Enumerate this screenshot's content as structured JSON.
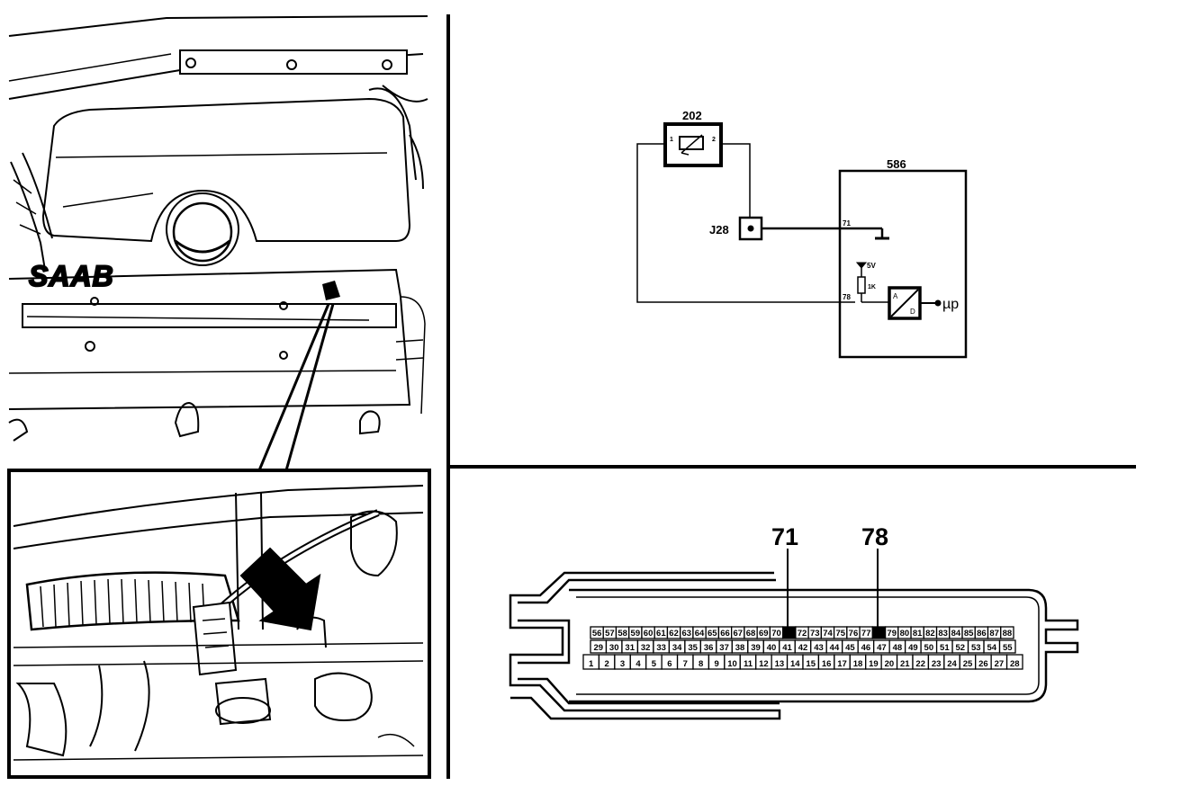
{
  "schematic": {
    "sensor_id": "202",
    "sensor_pins": [
      "1",
      "2"
    ],
    "connector_id": "J28",
    "ecu_id": "586",
    "ecu_pin_top": "71",
    "ecu_pin_bottom": "78",
    "supply_label": "5V",
    "resistor_label": "1K",
    "converter_a": "A",
    "converter_d": "D",
    "output_label": "µp"
  },
  "connector": {
    "callout_left": "71",
    "callout_right": "78",
    "highlighted_pins": [
      71,
      78
    ],
    "row_top": [
      "56",
      "57",
      "58",
      "59",
      "60",
      "61",
      "62",
      "63",
      "64",
      "65",
      "66",
      "67",
      "68",
      "69",
      "70",
      "71",
      "72",
      "73",
      "74",
      "75",
      "76",
      "77",
      "78",
      "79",
      "80",
      "81",
      "82",
      "83",
      "84",
      "85",
      "86",
      "87",
      "88"
    ],
    "row_middle": [
      "29",
      "30",
      "31",
      "32",
      "33",
      "34",
      "35",
      "36",
      "37",
      "38",
      "39",
      "40",
      "41",
      "42",
      "43",
      "44",
      "45",
      "46",
      "47",
      "48",
      "49",
      "50",
      "51",
      "52",
      "53",
      "54",
      "55"
    ],
    "row_bottom": [
      "1",
      "2",
      "3",
      "4",
      "5",
      "6",
      "7",
      "8",
      "9",
      "10",
      "11",
      "12",
      "13",
      "14",
      "15",
      "16",
      "17",
      "18",
      "19",
      "20",
      "21",
      "22",
      "23",
      "24",
      "25",
      "26",
      "27",
      "28"
    ]
  },
  "engine": {
    "badge_text": "SAAB"
  }
}
